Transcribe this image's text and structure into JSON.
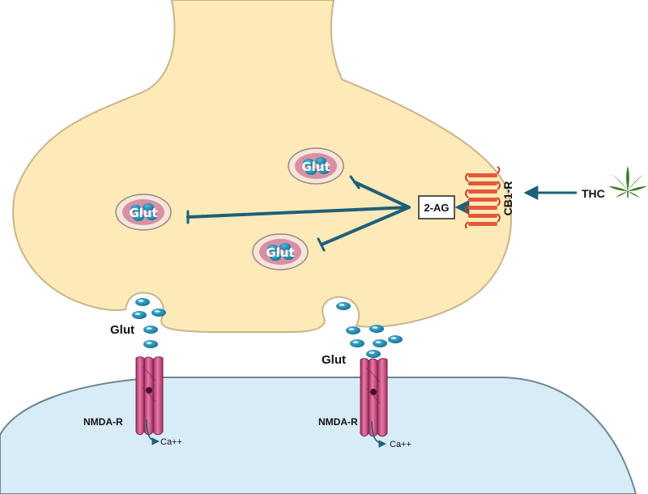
{
  "labels": {
    "vesicle_text": "Glut",
    "two_ag": "2-AG",
    "cb1r": "CB1-R",
    "thc": "THC",
    "glut_left": "Glut",
    "glut_right": "Glut",
    "nmda_left": "NMDA-R",
    "nmda_right": "NMDA-R",
    "ca_left": "Ca++",
    "ca_right": "Ca++"
  },
  "colors": {
    "presynaptic_fill": "#fdeab8",
    "presynaptic_stroke": "#c9b58a",
    "postsynaptic_fill": "#d8ecf8",
    "postsynaptic_stroke": "#6f8595",
    "vesicle_outer": "#f5e6dc",
    "vesicle_ring": "#d890a4",
    "glut_blue": "#1a89b0",
    "inhibit_line": "#1f5f78",
    "receptor_pink": "#c2447b",
    "cb1r_red": "#e4583a",
    "leaf_green": "#3f7a2a"
  }
}
